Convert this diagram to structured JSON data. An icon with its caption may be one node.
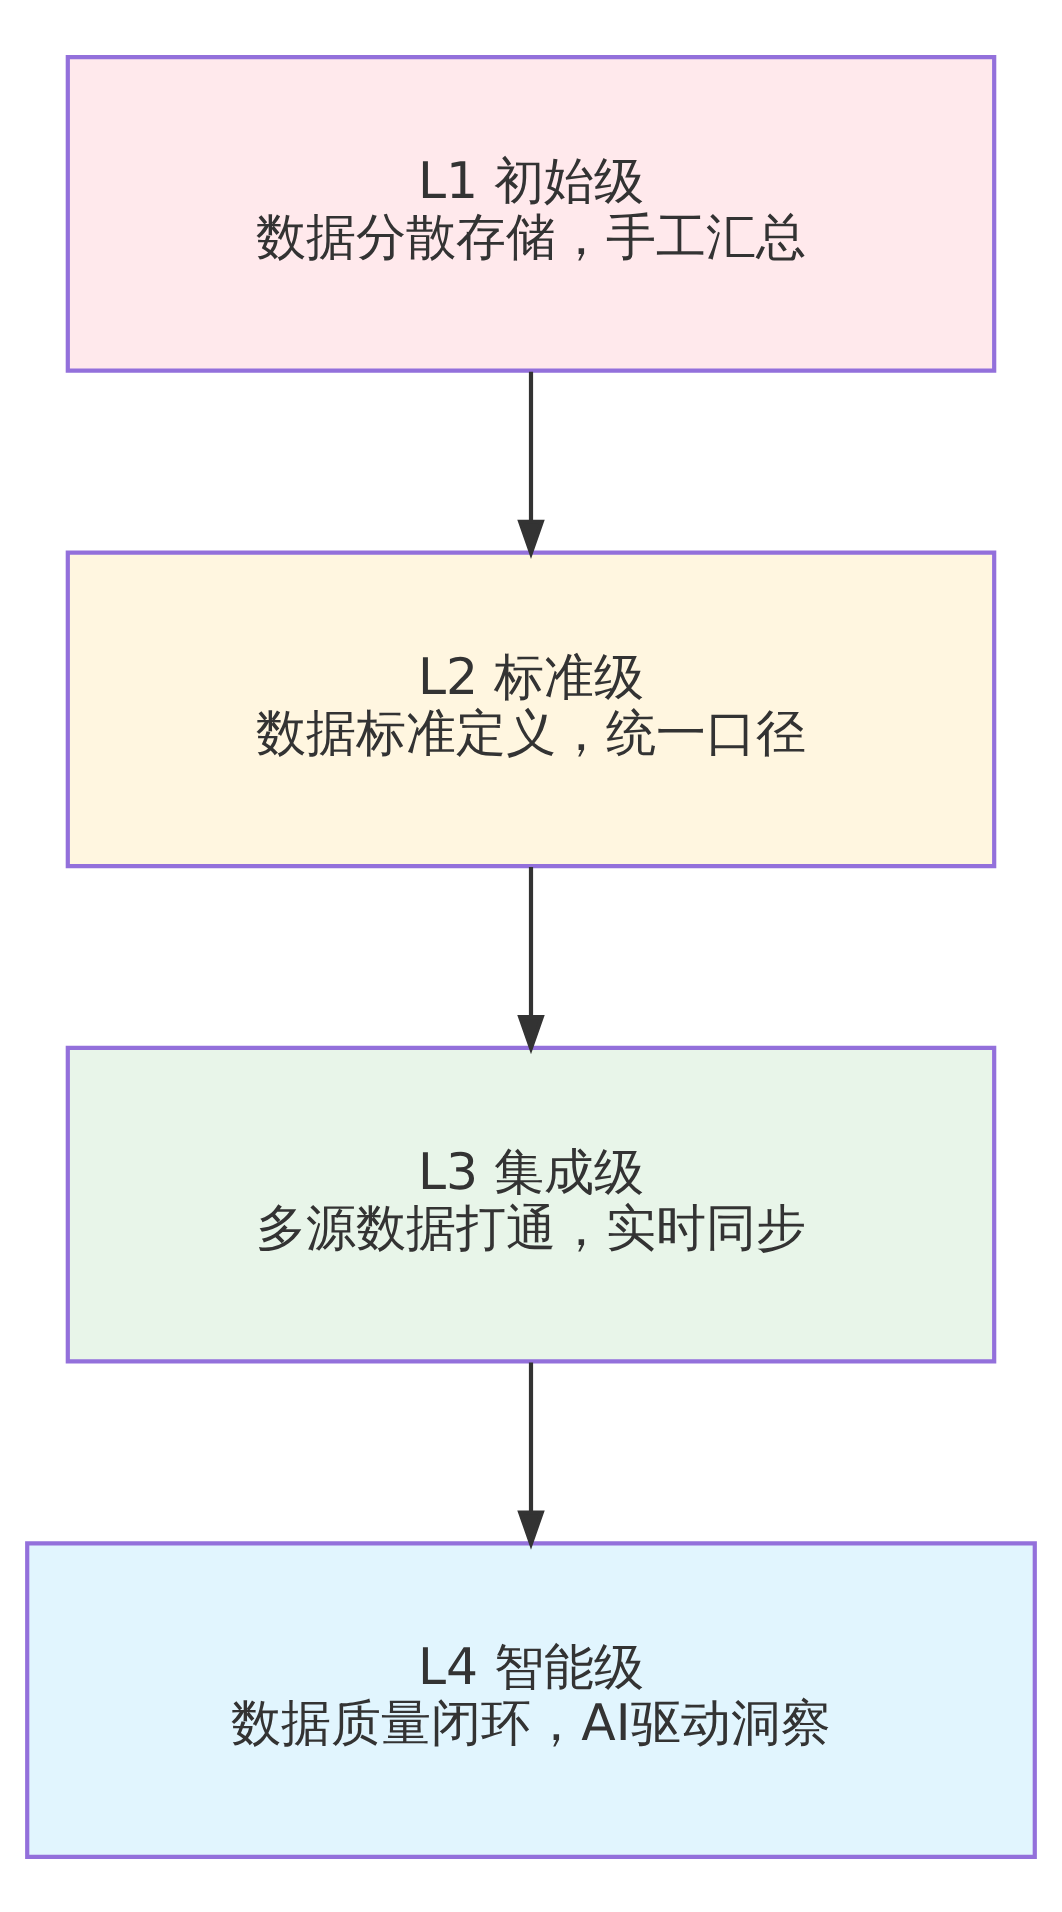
{
  "diagram": {
    "nodes": [
      {
        "text": [
          "L1 初始级",
          "数据分散存储，手工汇总"
        ]
      },
      {
        "text": [
          "L2 标准级",
          "数据标准定义，统一口径"
        ]
      },
      {
        "text": [
          "L3 集成级",
          "多源数据打通，实时同步"
        ]
      },
      {
        "text": [
          "L4 智能级",
          "数据质量闭环，AI驱动洞察"
        ]
      }
    ],
    "edges": [
      {
        "from": 0,
        "to": 1,
        "arrow": "to"
      },
      {
        "from": 1,
        "to": 2,
        "arrow": "to"
      },
      {
        "from": 2,
        "to": 3,
        "arrow": "to"
      }
    ]
  }
}
